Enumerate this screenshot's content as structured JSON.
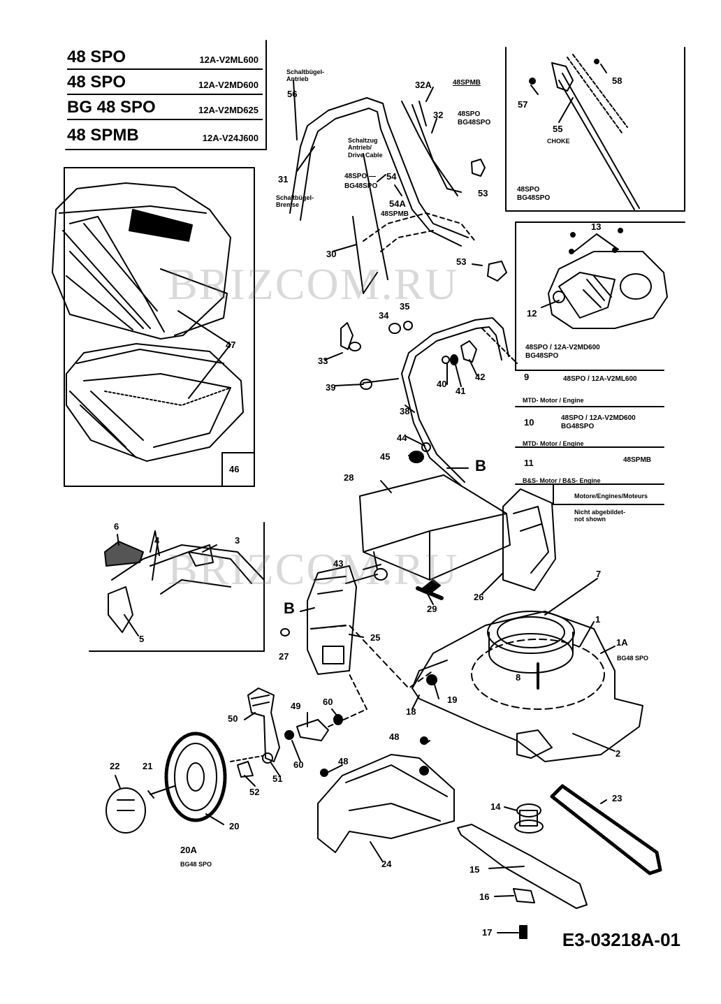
{
  "models": [
    {
      "name": "48 SPO",
      "code": "12A-V2ML600"
    },
    {
      "name": "48 SPO",
      "code": "12A-V2MD600"
    },
    {
      "name": "BG 48 SPO",
      "code": "12A-V2MD625"
    },
    {
      "name": "48 SPMB",
      "code": "12A-V24J600"
    }
  ],
  "watermark": "BRIZCOM.RU",
  "reference": "E3-03218A-01",
  "notes": {
    "handle_drive": "Schaltbügel-\nAntrieb",
    "handle_brake": "Schaltbügel-\nBremse",
    "drive_cable": "Schaltzug\nAntrieb/\nDrive Cable",
    "choke": "CHOKE",
    "m48spmb": "48SPMB",
    "m48spo_bg": "48SPO\nBG48SPO",
    "m48spo_bg_b": "BG48SPO",
    "m48spo_dash": "48SPO —",
    "m48spmb_b": "48SPMB",
    "choke_models": "48SPO\nBG48SPO",
    "engine12": "48SPO / 12A-V2MD600\nBG48SPO",
    "engine9": "48SPO / 12A-V2ML600",
    "engine9_type": "MTD- Motor / Engine",
    "engine10": "48SPO / 12A-V2MD600\nBG48SPO",
    "engine10_type": "MTD- Motor / Engine",
    "engine11": "48SPMB",
    "engine11_type": "B&S- Motor / B&S- Engine",
    "engines": "Motore/Engines/Moteurs",
    "not_shown": "Nicht abgebildet-\nnot shown",
    "bg48spo_1a": "BG48 SPO",
    "bg48spo_20a": "BG48 SPO"
  },
  "parts": {
    "p1": "1",
    "p1a": "1A",
    "p2": "2",
    "p3": "3",
    "p4": "4",
    "p5": "5",
    "p6": "6",
    "p7": "7",
    "p8": "8",
    "p9": "9",
    "p10": "10",
    "p11": "11",
    "p12": "12",
    "p13": "13",
    "p14": "14",
    "p15": "15",
    "p16": "16",
    "p17": "17",
    "p18": "18",
    "p19": "19",
    "p20": "20",
    "p20a": "20A",
    "p21": "21",
    "p22": "22",
    "p23": "23",
    "p24": "24",
    "p25": "25",
    "p26": "26",
    "p27": "27",
    "p28": "28",
    "p29": "29",
    "p30": "30",
    "p31": "31",
    "p32": "32",
    "p32a": "32A",
    "p33": "33",
    "p34": "34",
    "p35": "35",
    "p38": "38",
    "p39": "39",
    "p40": "40",
    "p41": "41",
    "p42": "42",
    "p43": "43",
    "p44": "44",
    "p45": "45",
    "p46": "46",
    "p47": "47",
    "p48a": "48",
    "p48b": "48",
    "p49": "49",
    "p50": "50",
    "p51": "51",
    "p52": "52",
    "p53a": "53",
    "p53b": "53",
    "p54": "54",
    "p54a": "54A",
    "p55": "55",
    "p56": "56",
    "p57": "57",
    "p58": "58",
    "p60a": "60",
    "p60b": "60",
    "bA": "B",
    "bB": "B"
  }
}
